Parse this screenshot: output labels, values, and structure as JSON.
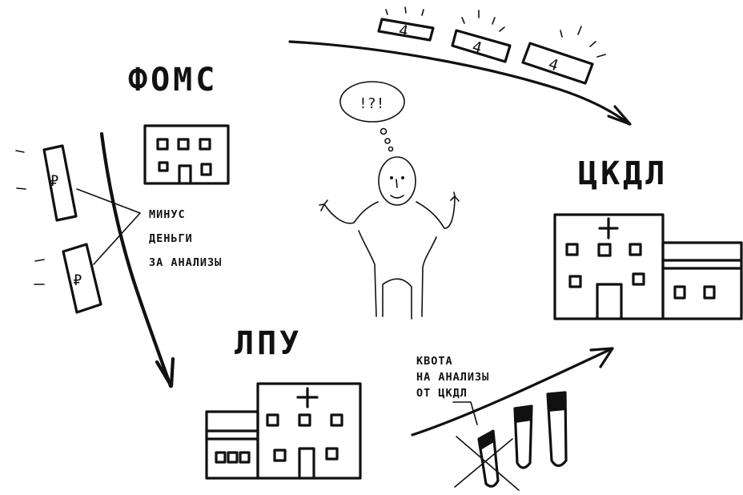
{
  "nodes": {
    "foms": {
      "label": "ФОМС"
    },
    "ckdl": {
      "label": "ЦКДЛ"
    },
    "lpu": {
      "label": "ЛПУ"
    }
  },
  "annotations": {
    "minus_money": [
      "МИНУС",
      "ДЕНЬГИ",
      "ЗА АНАЛИЗЫ"
    ],
    "quota": [
      "КВОТА",
      "НА АНАЛИЗЫ",
      "ОТ ЦКДЛ"
    ]
  },
  "thought_bubble": {
    "text": "!?!"
  },
  "banknote_symbol": "₽",
  "test_form_mark": "4"
}
